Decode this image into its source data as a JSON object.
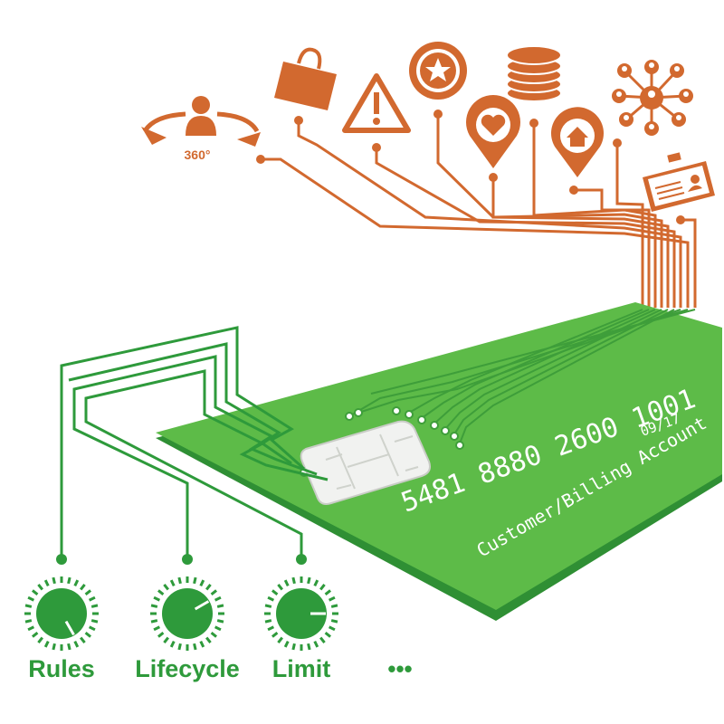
{
  "colors": {
    "orange": "#d2692f",
    "green": "#2e9a3b",
    "card_green": "#5dbb48",
    "card_edge": "#2f8f34",
    "chip": "#f1f2f0"
  },
  "card": {
    "number": "5481 8880 2600 1001",
    "expiry": "09/17",
    "holder": "Customer/Billing Account"
  },
  "icons": {
    "rotate_label": "360°",
    "names": [
      "person-360-icon",
      "shopping-bag-icon",
      "warning-icon",
      "star-badge-icon",
      "coin-stack-icon",
      "network-people-icon",
      "heart-pin-icon",
      "home-pin-icon",
      "id-card-icon"
    ]
  },
  "controls": [
    {
      "label": "Rules",
      "level": 1.0
    },
    {
      "label": "Lifecycle",
      "level": 0.7
    },
    {
      "label": "Limit",
      "level": 0.8
    }
  ],
  "more": "•••"
}
